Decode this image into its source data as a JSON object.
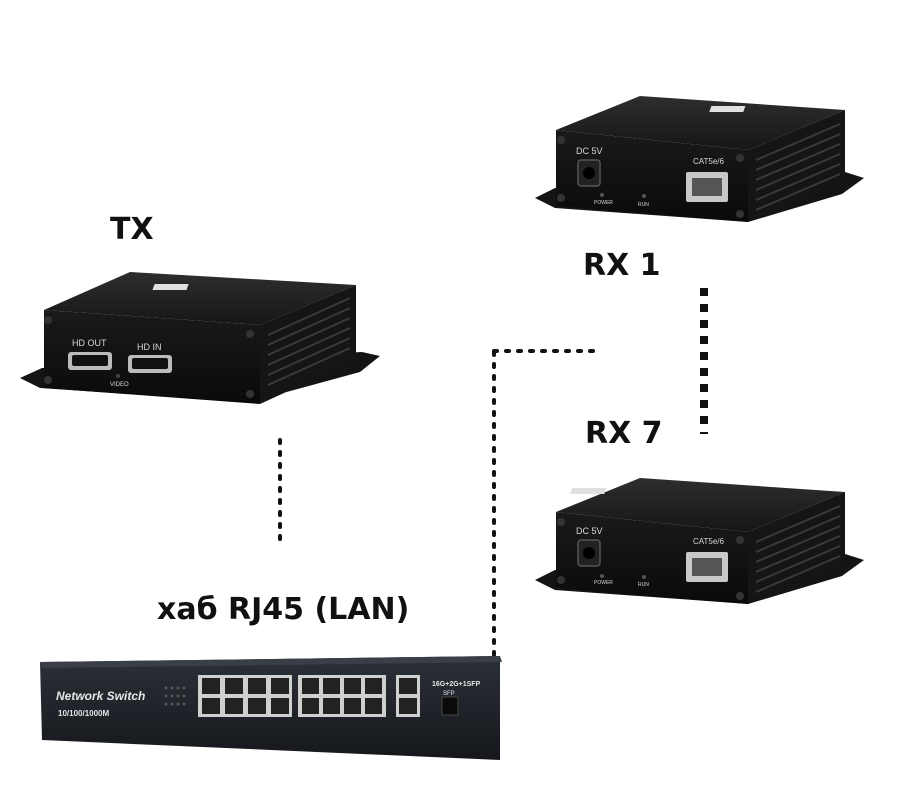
{
  "labels": {
    "tx": "TX",
    "rx1": "RX 1",
    "rx7": "RX 7",
    "hub": "хаб RJ45 (LAN)"
  },
  "tx_device": {
    "port_hd_out": "HD OUT",
    "port_hd_in": "HD IN",
    "led_video": "VIDEO"
  },
  "rx_device": {
    "dc": "DC 5V",
    "power": "POWER",
    "run": "RUN",
    "cat": "CAT5e/6"
  },
  "switch": {
    "title": "Network Switch",
    "speed": "10/100/1000M",
    "ports_label": "16G+2G+1SFP",
    "sfp": "SFP"
  },
  "colors": {
    "device_body": "#1c1c1c",
    "device_face": "#0f0f0f",
    "dots": "#111111"
  }
}
